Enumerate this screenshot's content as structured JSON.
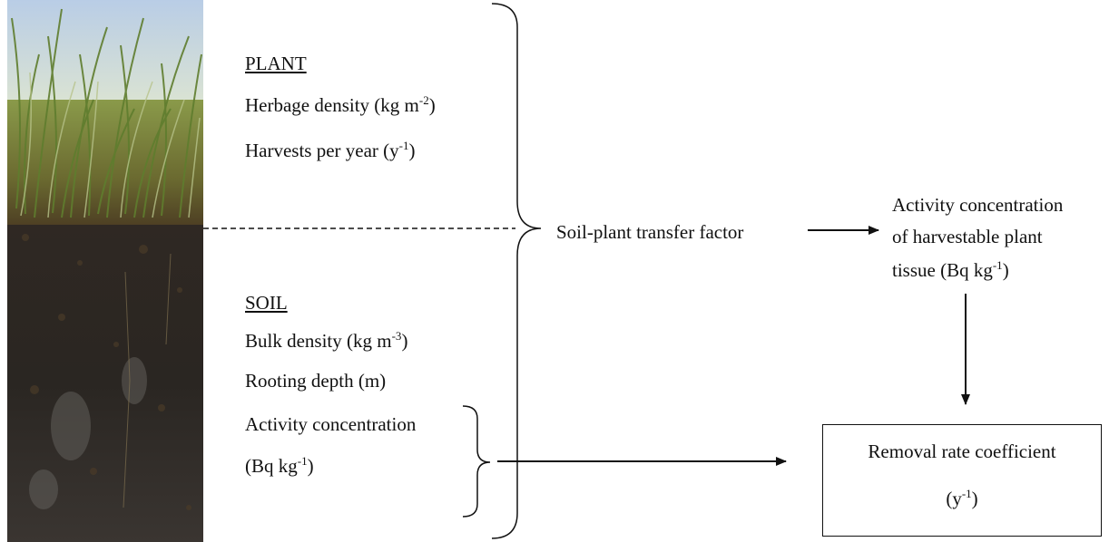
{
  "plant": {
    "header": "PLANT",
    "herbage_density": {
      "text": "Herbage density (kg m",
      "sup": "-2",
      "close": ")"
    },
    "harvests_per_year": {
      "text": "Harvests per year (y",
      "sup": "-1",
      "close": ")"
    }
  },
  "soil": {
    "header": "SOIL",
    "bulk_density": {
      "text": "Bulk density (kg m",
      "sup": "-3",
      "close": ")"
    },
    "rooting_depth": "Rooting depth (m)",
    "activity_concentration": "Activity concentration",
    "activity_units": {
      "text": "(Bq kg",
      "sup": "-1",
      "close": ")"
    }
  },
  "transfer_factor": "Soil-plant transfer factor",
  "plant_activity": {
    "line1": "Activity concentration",
    "line2": "of harvestable plant",
    "line3": {
      "text": "tissue (Bq kg",
      "sup": "-1",
      "close": ")"
    }
  },
  "removal": {
    "title": "Removal rate coefficient",
    "units": {
      "text": "(y",
      "sup": "-1",
      "close": ")"
    }
  },
  "colors": {
    "ink": "#111111",
    "sky": "#c9d8ea",
    "grass": "#6f8f3e",
    "soil": "#2b2520"
  }
}
